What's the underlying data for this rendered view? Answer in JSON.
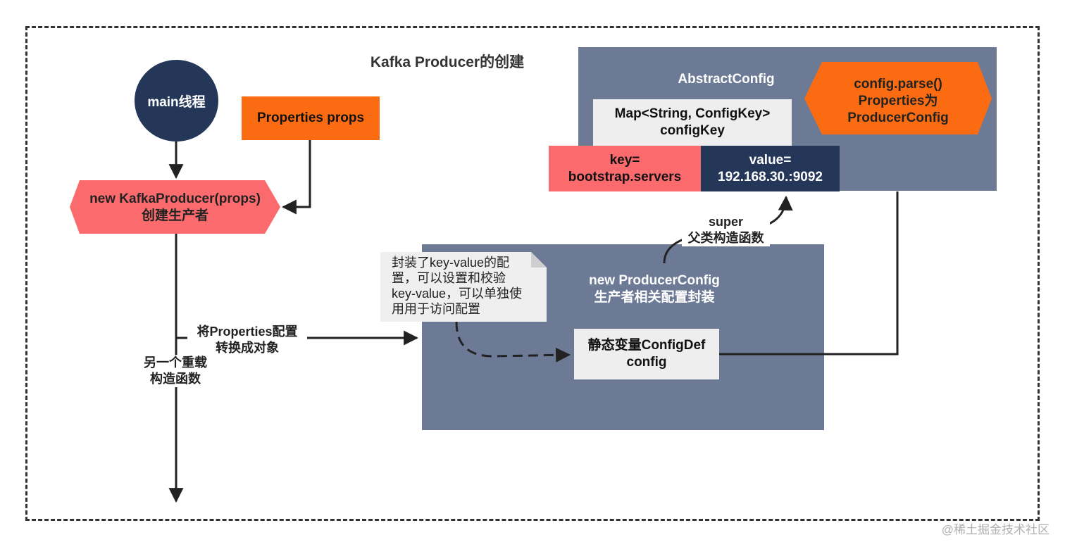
{
  "title": "Kafka Producer的创建",
  "nodes": {
    "main_thread": "main线程",
    "properties": "Properties props",
    "new_producer": [
      "new KafkaProducer(props)",
      "创建生产者"
    ],
    "abstract_config": "AbstractConfig",
    "map_config_key": [
      "Map<String, ConfigKey>",
      "configKey"
    ],
    "key": [
      "key=",
      "bootstrap.servers"
    ],
    "value": [
      "value=",
      "192.168.30.:9092"
    ],
    "config_parse": [
      "config.parse()",
      "Properties为",
      "ProducerConfig"
    ],
    "new_producer_config": [
      "new ProducerConfig",
      "生产者相关配置封装"
    ],
    "static_config_def": [
      "静态变量ConfigDef",
      "config"
    ]
  },
  "note": [
    "封装了key-value的配",
    "置，可以设置和校验",
    "key-value，可以单独使",
    "用用于访问配置"
  ],
  "edge_labels": {
    "convert": [
      "将Properties配置",
      "转换成对象"
    ],
    "overload": [
      "另一个重载",
      "构造函数"
    ],
    "super": [
      "super",
      "父类构造函数"
    ]
  },
  "watermark": "@稀土掘金技术社区",
  "colors": {
    "navy": "#243759",
    "orange": "#fb6c12",
    "salmon": "#fb6b6d",
    "panel": "#6d7a96",
    "light_gray": "#eeeeee",
    "line": "#222222"
  }
}
